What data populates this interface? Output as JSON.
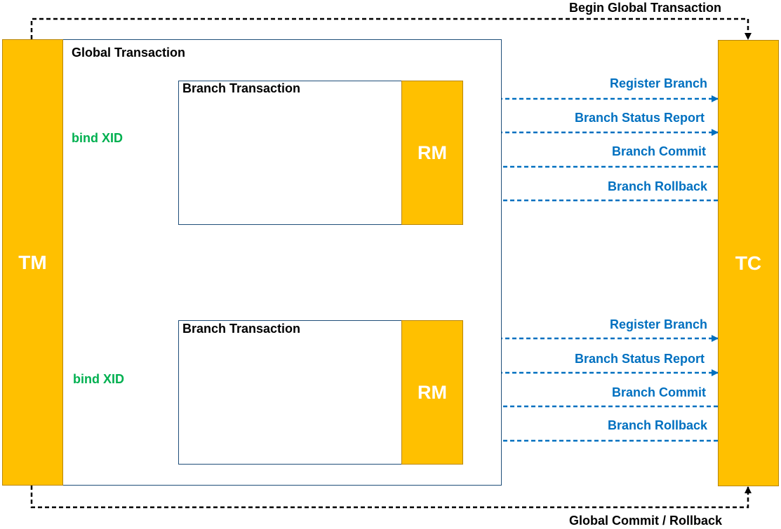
{
  "tm": {
    "label": "TM"
  },
  "tc": {
    "label": "TC"
  },
  "global_transaction": {
    "title": "Global Transaction"
  },
  "top_flow": {
    "label": "Begin Global Transaction"
  },
  "bottom_flow": {
    "label": "Global Commit / Rollback"
  },
  "branches": [
    {
      "title": "Branch Transaction",
      "rm_label": "RM",
      "bind_label": "bind XID",
      "messages": [
        "Register Branch",
        "Branch Status Report",
        "Branch Commit",
        "Branch Rollback"
      ]
    },
    {
      "title": "Branch Transaction",
      "rm_label": "RM",
      "bind_label": "bind XID",
      "messages": [
        "Register Branch",
        "Branch Status Report",
        "Branch Commit",
        "Branch Rollback"
      ]
    }
  ],
  "colors": {
    "block_fill": "#FFC000",
    "frame_border": "#1F4E79",
    "message_blue": "#0070C0",
    "bind_green": "#00B050",
    "control_black": "#000000"
  }
}
